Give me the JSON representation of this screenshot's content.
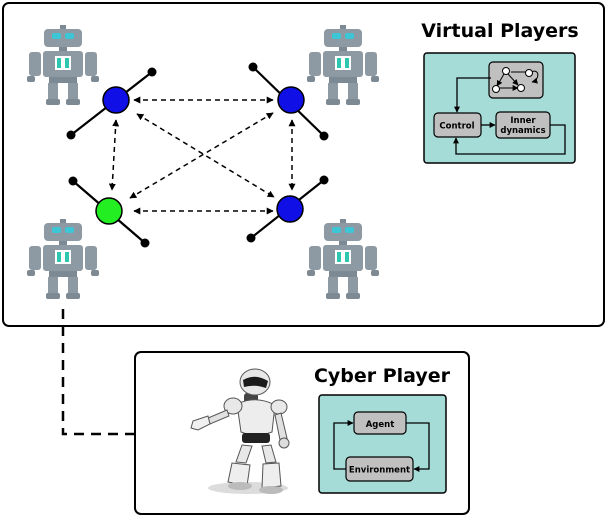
{
  "virtual_players": {
    "title": "Virtual Players",
    "control_label": "Control",
    "inner_dynamics_line1": "Inner",
    "inner_dynamics_line2": "dynamics"
  },
  "cyber_player": {
    "title": "Cyber Player",
    "agent_label": "Agent",
    "environment_label": "Environment"
  },
  "colors": {
    "node_blue": "#1010e6",
    "node_green": "#22ee22",
    "panel_teal": "#a6dcd8",
    "box_gray": "#c0c0c0",
    "robot_gray": "#8d9aa3",
    "robot_eye": "#3ec6d6"
  },
  "icons": [
    "robot-icon",
    "humanoid-robot-icon",
    "agent-node-icon",
    "graph-icon"
  ]
}
